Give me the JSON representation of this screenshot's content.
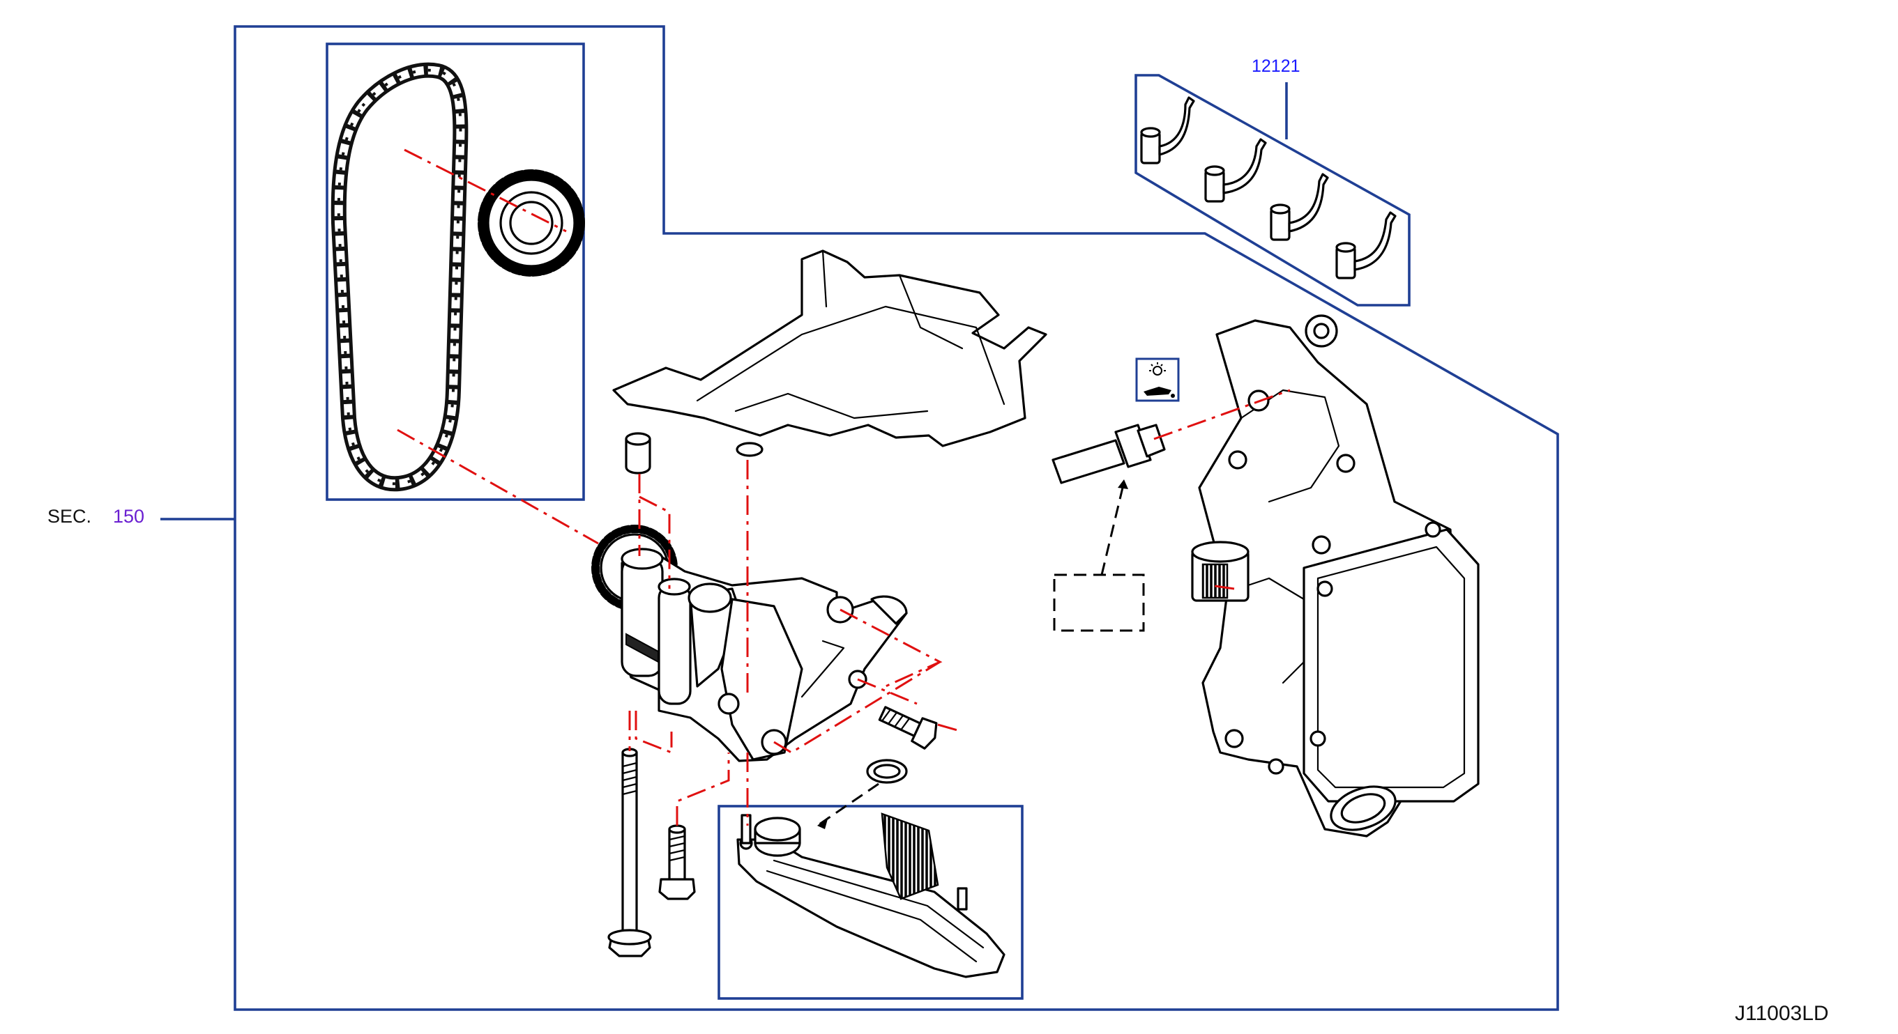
{
  "diagram": {
    "section_label": "SEC.",
    "section_number": "150",
    "part_number_12121": "12121",
    "drawing_code": "J11003LD",
    "colors": {
      "frame": "#1f3f94",
      "leader_red": "#e01010",
      "label_blue": "#1a1aff",
      "section_purple": "#6a1fd1",
      "text": "#111111"
    },
    "icons": [
      "oil-pressure-warning-icon"
    ]
  }
}
